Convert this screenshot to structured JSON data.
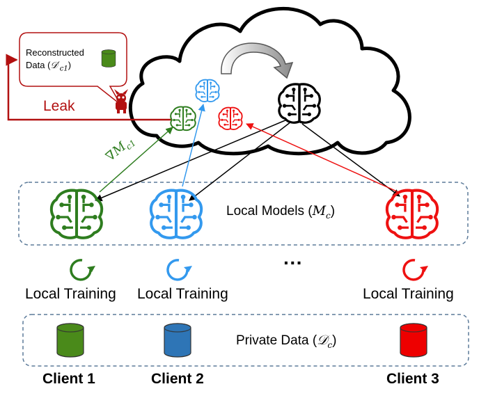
{
  "speech_bubble": {
    "line1": "Reconstructed",
    "line2_prefix": "Data (",
    "line2_math": "𝒟′",
    "line2_sub": "c1",
    "line2_suffix": ")"
  },
  "leak_label": "Leak",
  "gradient_label": {
    "math": "∇M",
    "sub": "c1"
  },
  "local_models": {
    "prefix": "Local Models (",
    "math": "M",
    "sub": "c",
    "suffix": ")"
  },
  "ellipsis": "···",
  "local_training_label": "Local Training",
  "private_data": {
    "prefix": "Private Data (",
    "math": "𝒟",
    "sub": "c",
    "suffix": ")"
  },
  "clients": [
    {
      "name": "Client 1",
      "color": "#2e7d1f"
    },
    {
      "name": "Client 2",
      "color": "#3399ee"
    },
    {
      "name": "Client 3",
      "color": "#ee1111"
    }
  ],
  "colors": {
    "leak": "#b21010",
    "green": "#2e7d1f",
    "blue": "#3399ee",
    "red": "#ee1111",
    "cyl_green": "#4a8a1a",
    "cyl_blue": "#2e75b6",
    "cyl_red": "#ee0000",
    "dashed_border": "#5b7a99"
  }
}
